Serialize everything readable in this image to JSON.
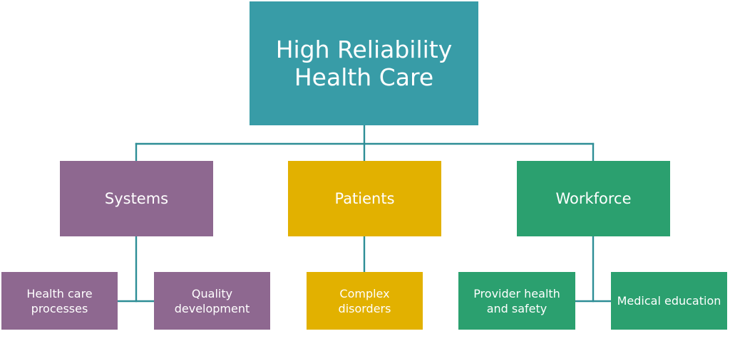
{
  "colors": {
    "root": "#389ca7",
    "systems": "#8e6890",
    "patients": "#e2b100",
    "workforce": "#2ba06f",
    "connector": "#2e8e96"
  },
  "root": {
    "line1": "High Reliability",
    "line2": "Health Care"
  },
  "branches": {
    "systems": {
      "label": "Systems",
      "children": [
        {
          "label": "Health care processes"
        },
        {
          "label": "Quality development"
        }
      ]
    },
    "patients": {
      "label": "Patients",
      "children": [
        {
          "label": "Complex disorders"
        }
      ]
    },
    "workforce": {
      "label": "Workforce",
      "children": [
        {
          "label": "Provider health and safety"
        },
        {
          "label": "Medical education"
        }
      ]
    }
  }
}
